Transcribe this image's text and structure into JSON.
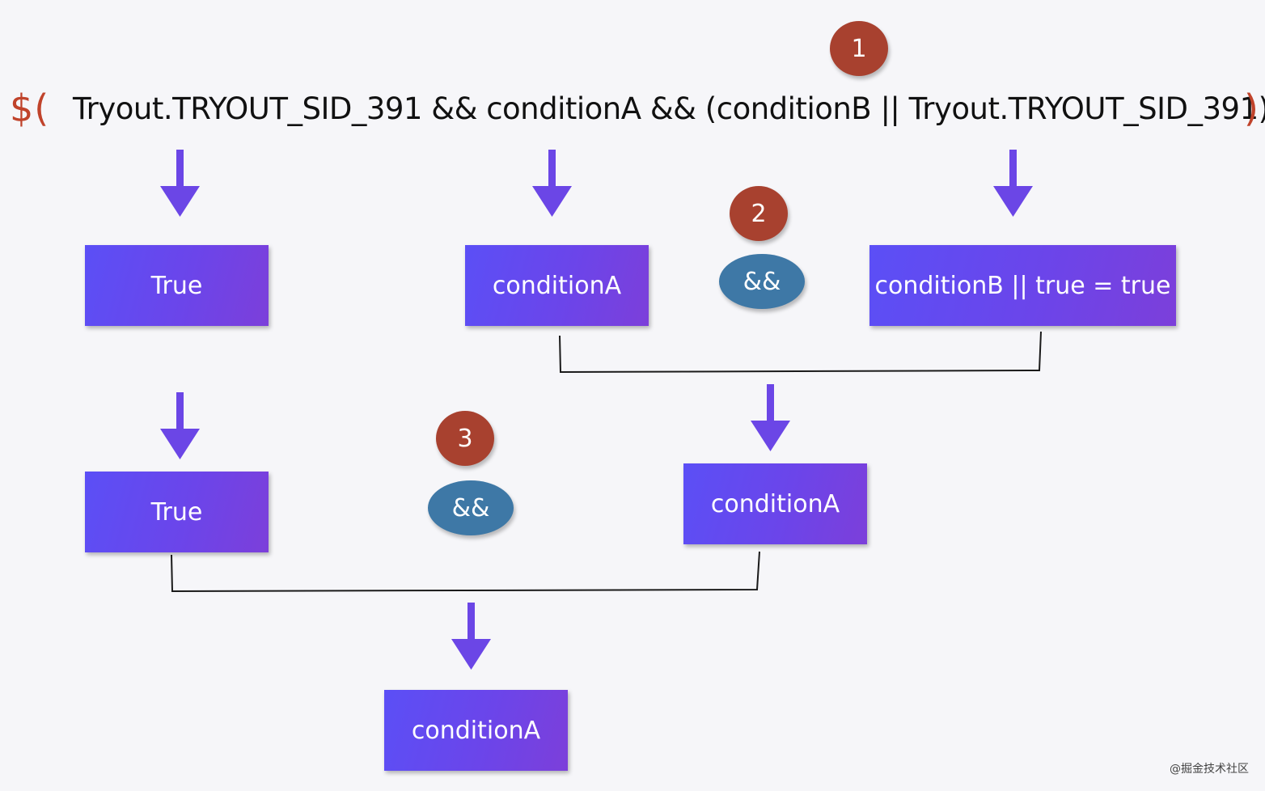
{
  "expression": {
    "prefix": "$(",
    "text": "Tryout.TRYOUT_SID_391 && conditionA && (conditionB || Tryout.TRYOUT_SID_391)",
    "suffix": ")"
  },
  "steps": {
    "step1": "1",
    "step2": "2",
    "step3": "3"
  },
  "operators": {
    "and_top": "&&",
    "and_bottom": "&&"
  },
  "nodes": {
    "true_top": "True",
    "condition_a_top": "conditionA",
    "condition_b_or_true": "conditionB || true = true",
    "true_middle": "True",
    "condition_a_middle": "conditionA",
    "condition_a_result": "conditionA"
  },
  "watermark": "@掘金技术社区",
  "colors": {
    "background": "#f6f6f9",
    "node_gradient_start": "#5b4ff6",
    "node_gradient_end": "#7c3fda",
    "arrow": "#6b46e6",
    "step_badge": "#a8412f",
    "operator_ellipse": "#3e78a6",
    "paren_accent": "#c0432b"
  }
}
